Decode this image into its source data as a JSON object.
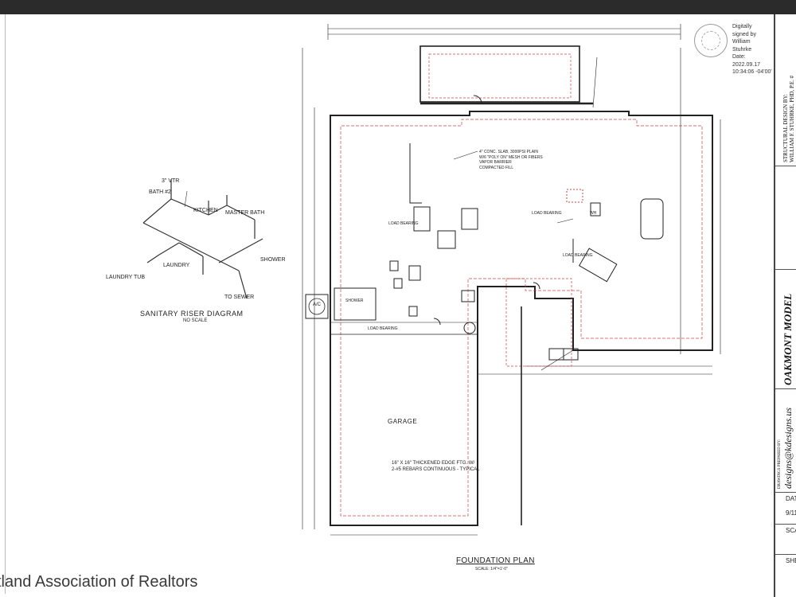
{
  "signature": {
    "lines": [
      "Digitally",
      "signed by",
      "William",
      "Stuhrke",
      "Date:",
      "2022.09.17",
      "10:34:06 -04'00'"
    ]
  },
  "riser": {
    "title": "SANITARY RISER DIAGRAM",
    "subtitle": "NO SCALE",
    "labels": {
      "bath2": "BATH #2",
      "kitchen": "KITCHEN",
      "master_bath": "MASTER BATH",
      "laundry": "LAUNDRY",
      "laundry_tub": "LAUNDRY TUB",
      "to_sewer": "TO SEWER",
      "shower": "SHOWER",
      "vtr": "3\" VTR"
    }
  },
  "plan": {
    "title": "FOUNDATION PLAN",
    "scale": "SCALE: 1/4\"=1'-0\"",
    "garage": "GARAGE",
    "garage_note": [
      "16\" X 16\" THICKENED EDGE FTG. W/",
      "2-#5 REBARS CONTINUOUS - TYPICAL"
    ],
    "slab_note": [
      "4\" CONC. SLAB, 3000PSI PLAIN",
      "W/6 \"POLY ON\" MESH OR FIBERS",
      "VAPOR BARRIER",
      "COMPACTED FILL"
    ],
    "load_bearing": "LOAD BEARING",
    "ac": "A/C",
    "shower": "SHOWER",
    "wh": "WH"
  },
  "titleblock": {
    "structural_label": "STRUCTURAL DESIGN BY:",
    "engineer": "WILLIAM F. STUHRKE, PHD, P.E. #",
    "model": "OAKMONT MODEL",
    "drawings_label": "DRAWINGS PREPARED BY:",
    "email": "designs@kdesigns.us",
    "date_label": "DAT",
    "date_value": "9/11",
    "scale_label": "SCA",
    "sheet_label": "SHE"
  },
  "watermark": "tland Association of Realtors"
}
